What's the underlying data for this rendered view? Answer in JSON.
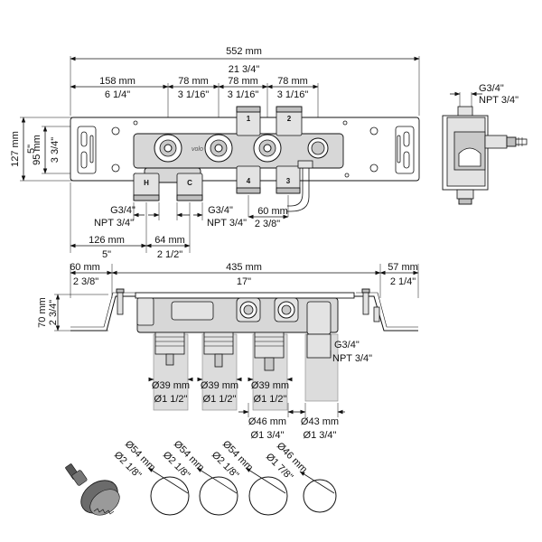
{
  "front_view": {
    "dims": {
      "overall_mm": "552 mm",
      "overall_in": "21 3/4\"",
      "left_mm": "158 mm",
      "left_in": "6 1/4\"",
      "s1_mm": "78 mm",
      "s1_in": "3 1/16\"",
      "s2_mm": "78 mm",
      "s2_in": "3 1/16\"",
      "s3_mm": "78 mm",
      "s3_in": "3 1/16\"",
      "h127_mm": "127 mm",
      "h127_in": "5\"",
      "h95_mm": "95 mm",
      "h95_in": "3 3/4\"",
      "bottom_126_mm": "126 mm",
      "bottom_126_in": "5\"",
      "bottom_64_mm": "64 mm",
      "bottom_64_in": "2 1/2\"",
      "bottom_60_mm": "60 mm",
      "bottom_60_in": "2 3/8\"",
      "thread_a": "G3/4\"",
      "thread_a_npt": "NPT 3/4\"",
      "thread_b": "G3/4\"",
      "thread_b_npt": "NPT 3/4\""
    },
    "ports": [
      "1",
      "2",
      "3",
      "4",
      "H",
      "C"
    ],
    "logo": "volo"
  },
  "side_view": {
    "thread": "G3/4\"",
    "thread_npt": "NPT 3/4\""
  },
  "top_view": {
    "dims": {
      "left_mm": "60 mm",
      "left_in": "2 3/8\"",
      "mid_mm": "435 mm",
      "mid_in": "17\"",
      "right_mm": "57 mm",
      "right_in": "2 1/4\"",
      "depth_mm": "70 mm",
      "depth_in": "2 3/4\"",
      "thread": "G3/4\"",
      "thread_npt": "NPT 3/4\"",
      "d1_mm": "Ø39 mm",
      "d1_in": "Ø1 1/2\"",
      "d2_mm": "Ø39 mm",
      "d2_in": "Ø1 1/2\"",
      "d3_mm": "Ø39 mm",
      "d3_in": "Ø1 1/2\"",
      "d4_mm": "Ø46 mm",
      "d4_in": "Ø1 3/4\"",
      "d5_mm": "Ø43 mm",
      "d5_in": "Ø1 3/4\""
    }
  },
  "hole_saws": [
    {
      "mm": "Ø54 mm",
      "in": "Ø2 1/8\""
    },
    {
      "mm": "Ø54 mm",
      "in": "Ø2 1/8\""
    },
    {
      "mm": "Ø54 mm",
      "in": "Ø2 1/8\""
    },
    {
      "mm": "Ø46 mm",
      "in": "Ø1 7/8\""
    }
  ]
}
